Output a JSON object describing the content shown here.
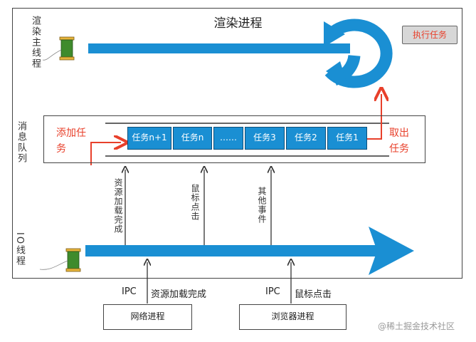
{
  "title": "渲染进程",
  "main_thread_label": "渲染主线程",
  "io_thread_label": "IO线程",
  "queue_label": "消息队列",
  "add_task_label": "添加任务",
  "take_task_label": "取出任务",
  "execute_task_label": "执行任务",
  "tasks": [
    "任务n+1",
    "任务n",
    "……",
    "任务3",
    "任务2",
    "任务1"
  ],
  "event_labels": {
    "resource_loaded": "资源加载完成",
    "mouse_click": "鼠标点击",
    "other_events": "其他事件"
  },
  "ipc_left": {
    "ipc": "IPC",
    "event": "资源加载完成"
  },
  "ipc_right": {
    "ipc": "IPC",
    "event": "鼠标点击"
  },
  "network_process": "网络进程",
  "browser_process": "浏览器进程",
  "watermark": "@稀土掘金技术社区",
  "colors": {
    "arrow_blue": "#1a8fd3",
    "red": "#e8402b",
    "thread_green": "#3f8b2c",
    "thread_wood": "#e6b33b"
  }
}
